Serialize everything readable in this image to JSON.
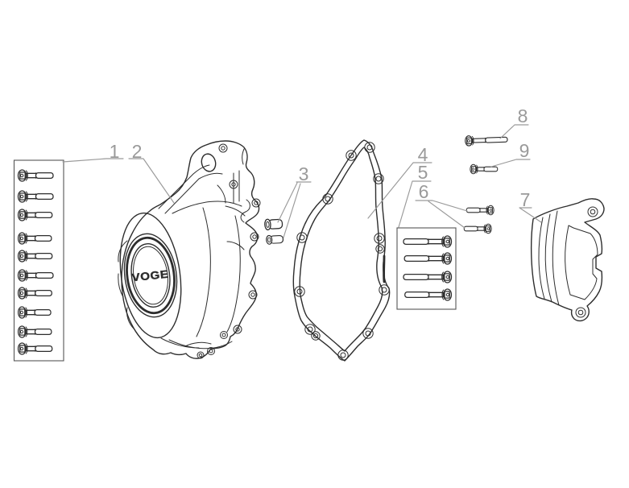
{
  "figure": {
    "logo": "VOGE",
    "colors": {
      "background": "#ffffff",
      "line": "#2d2d2d",
      "callout": "#9a9a9a"
    },
    "callouts": [
      {
        "id": "1",
        "label": "1"
      },
      {
        "id": "2",
        "label": "2"
      },
      {
        "id": "3",
        "label": "3"
      },
      {
        "id": "4",
        "label": "4"
      },
      {
        "id": "5",
        "label": "5"
      },
      {
        "id": "6",
        "label": "6"
      },
      {
        "id": "7",
        "label": "7"
      },
      {
        "id": "8",
        "label": "8"
      },
      {
        "id": "9",
        "label": "9"
      }
    ]
  }
}
